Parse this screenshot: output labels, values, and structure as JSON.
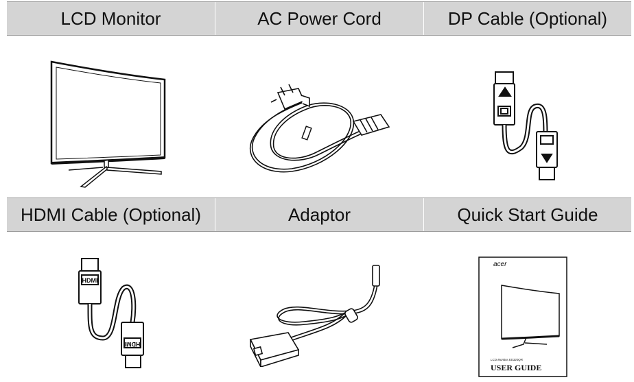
{
  "row1": {
    "col1": "LCD Monitor",
    "col2": "AC Power Cord",
    "col3": "DP Cable (Optional)"
  },
  "row2": {
    "col1": "HDMI Cable (Optional)",
    "col2": "Adaptor",
    "col3": "Quick Start Guide"
  },
  "illustrations": {
    "hdmi_plug_label": "HDMI",
    "guide_brand": "acer",
    "guide_title": "USER GUIDE",
    "guide_subtitle": "LCD Monitor ED320QR"
  }
}
